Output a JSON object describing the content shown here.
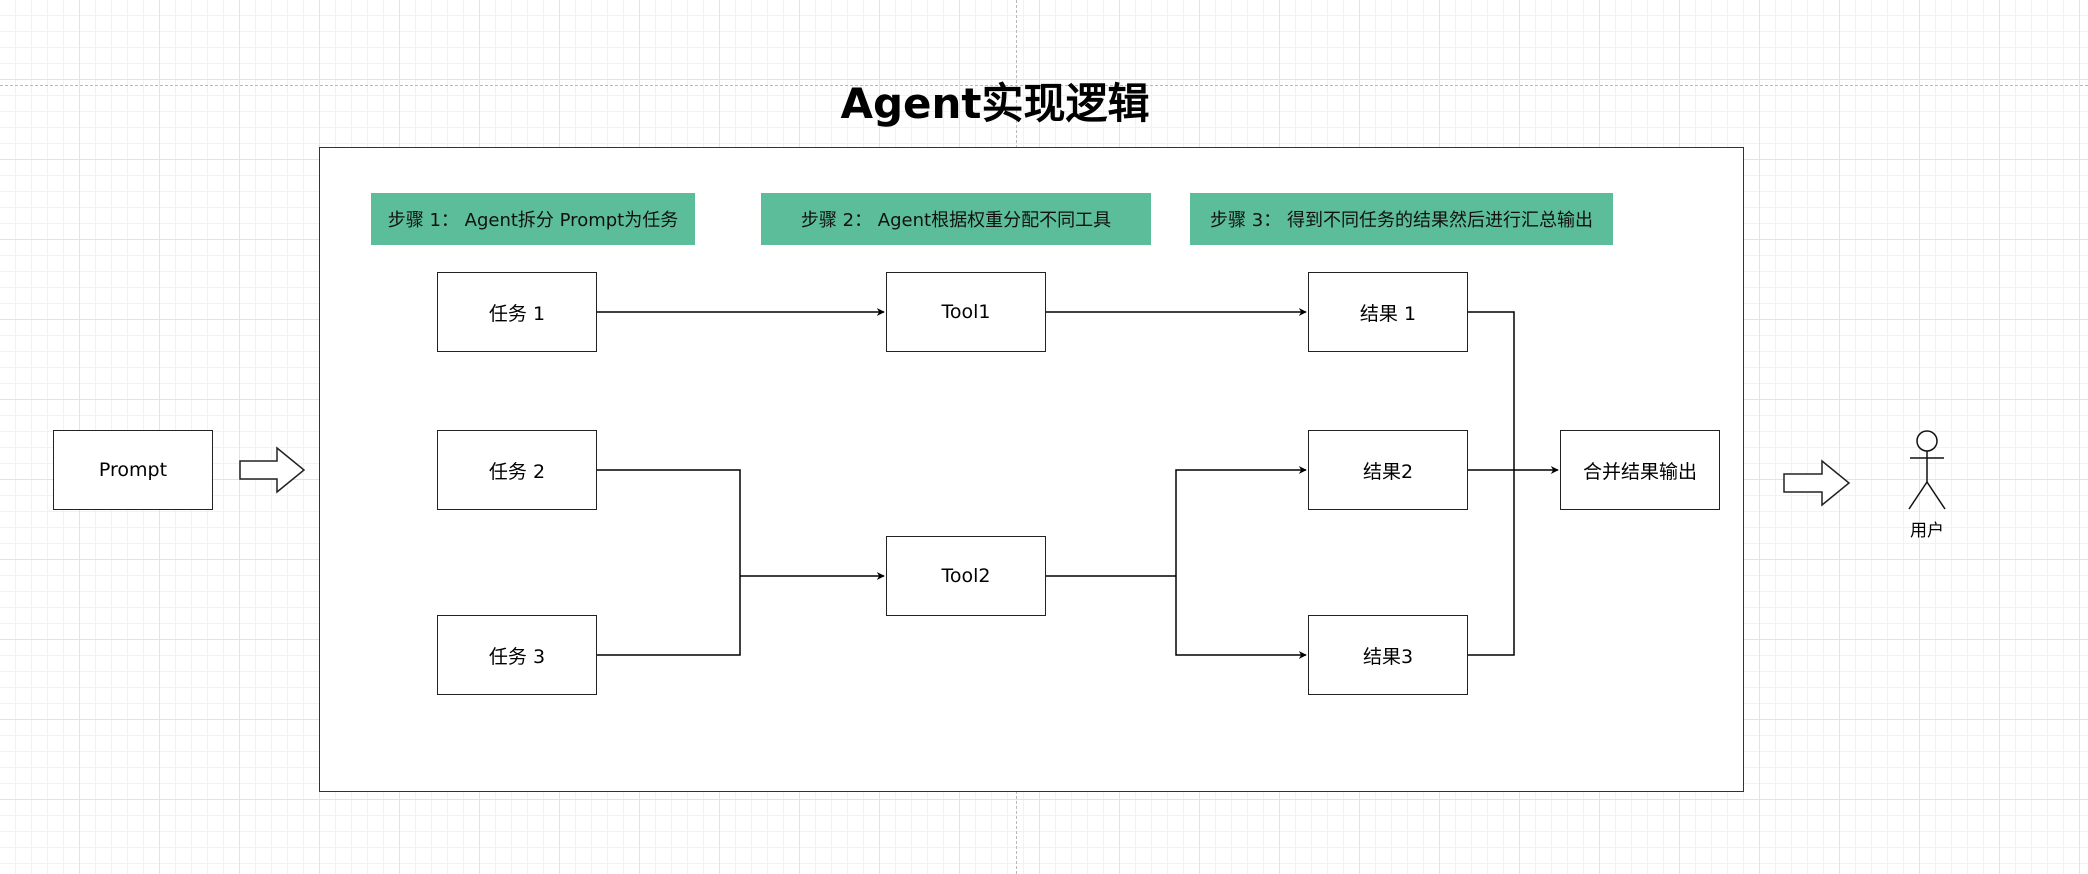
{
  "title": "Agent实现逻辑",
  "steps": {
    "step1": "步骤 1： Agent拆分 Prompt为任务",
    "step2": "步骤 2： Agent根据权重分配不同工具",
    "step3": "步骤 3： 得到不同任务的结果然后进行汇总输出"
  },
  "input": {
    "prompt": "Prompt"
  },
  "tasks": [
    "任务 1",
    "任务 2",
    "任务 3"
  ],
  "tools": [
    "Tool1",
    "Tool2"
  ],
  "results": [
    "结果 1",
    "结果2",
    "结果3"
  ],
  "merge": "合并结果输出",
  "user": "用户"
}
